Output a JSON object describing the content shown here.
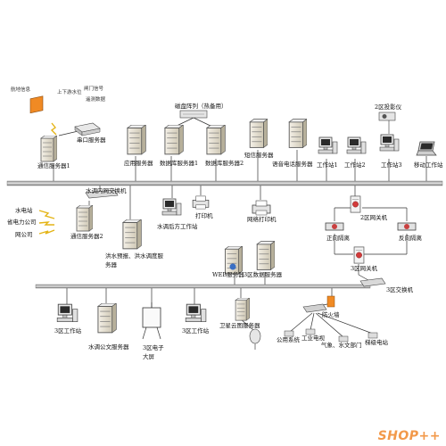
{
  "labels": {
    "comm_server1": "通信服务器1",
    "serial_server": "串口服务器",
    "src_top1": "航地信息",
    "src_top2": "上下游水位",
    "src_top3": "闸门信号",
    "src_top4": "遥测数据",
    "app_server": "应用服务器",
    "disk_array": "磁盘阵列（热备用）",
    "db_server1": "数据库服务器1",
    "db_server2": "数据库服务器2",
    "sms_server": "短信服务器",
    "voice_server": "语音电话服务器",
    "ws1": "工作站1",
    "ws2": "工作站2",
    "ws3": "工作站3",
    "mobile_ws": "移动工作站",
    "zone2_projector": "2区投影仪",
    "inner_switch": "水调内网交换机",
    "hydro_station": "水电站",
    "grid_company": "省电力公司",
    "net_company": "网公司",
    "comm_server2": "通信服务器2",
    "hydro_ws": "水调后方工作站",
    "printer": "打印机",
    "net_printer": "网络打印机",
    "zone2_gateway": "2区网关机",
    "forward_isolation": "正向隔离",
    "reverse_isolation": "反向隔离",
    "flood_server": "洪水预报、洪水调度服务器",
    "web_server": "WEB服务器",
    "zone3_data_server": "3区数据服务器",
    "zone3_gateway": "3区网关机",
    "zone3_switch": "3区交换机",
    "zone3_ws_a": "3区工作站",
    "doc_server": "水调公文服务器",
    "zone3_screen": "3区电子大屏",
    "zone3_ws_b": "3区工作站",
    "satellite_server": "卫星云图服务器",
    "firewall": "防火墙",
    "public_system": "公用系统",
    "industrial_tv": "工业电视",
    "weather_dept": "气象、水文部门",
    "cascade_station": "梯级电站",
    "watermark": "SHOP++"
  },
  "colors": {
    "backbone": "#555555",
    "server_fill": "#e9e4d8",
    "device_fill": "#dcdcdc",
    "accent_orange": "#f08a24",
    "screen_blue": "#3a6fc4",
    "watermark": "#f2994a"
  }
}
